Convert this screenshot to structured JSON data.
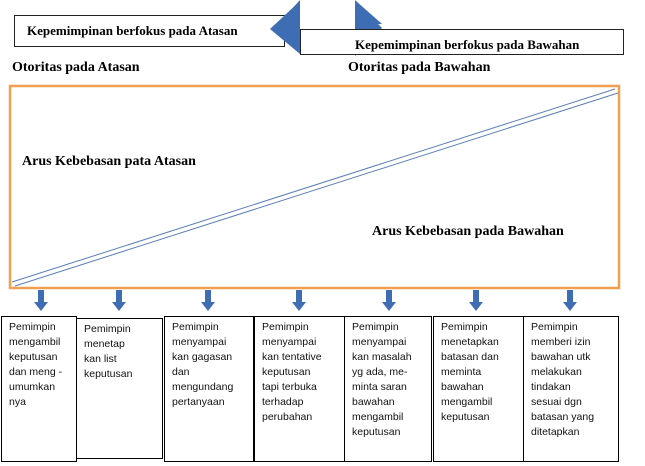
{
  "banners": {
    "upper": "Kepemimpinan berfokus pada Atasan",
    "lower": "Kepemimpinan berfokus pada Bawahan"
  },
  "headings": {
    "left": "Otoritas pada Atasan",
    "right": "Otoritas pada Bawahan"
  },
  "flows": {
    "upper": "Arus Kebebasan pata Atasan",
    "lower": "Arus Kebebasan pada Bawahan"
  },
  "colors": {
    "frame": "#f0a050",
    "arrow": "#3f6db3",
    "diagonal": "#5a7fb5"
  },
  "behaviors": [
    "Pemimpin\nmengambil\nkeputusan\ndan meng -\numumkan\nnya",
    "Pemimpin\nmenetap\nkan list\nkeputusan",
    "Pemimpin\nmenyampai\nkan gagasan\ndan\nmengundang\npertanyaan",
    "Pemimpin\nmenyampai\nkan tentative\nkeputusan\ntapi  terbuka\nterhadap\nperubahan",
    "Pemimpin\nmenyampai\nkan  masalah\nyg ada, me-\nminta saran\nbawahan\nmengambil\nkeputusan",
    "Pemimpin\nmenetapkan\nbatasan dan\nmeminta\nbawahan\nmengambil\nkeputusan",
    "Pemimpin\nmemberi izin\nbawahan utk\nmelakukan\ntindakan\nsesuai  dgn\nbatasan yang\nditetapkan"
  ]
}
